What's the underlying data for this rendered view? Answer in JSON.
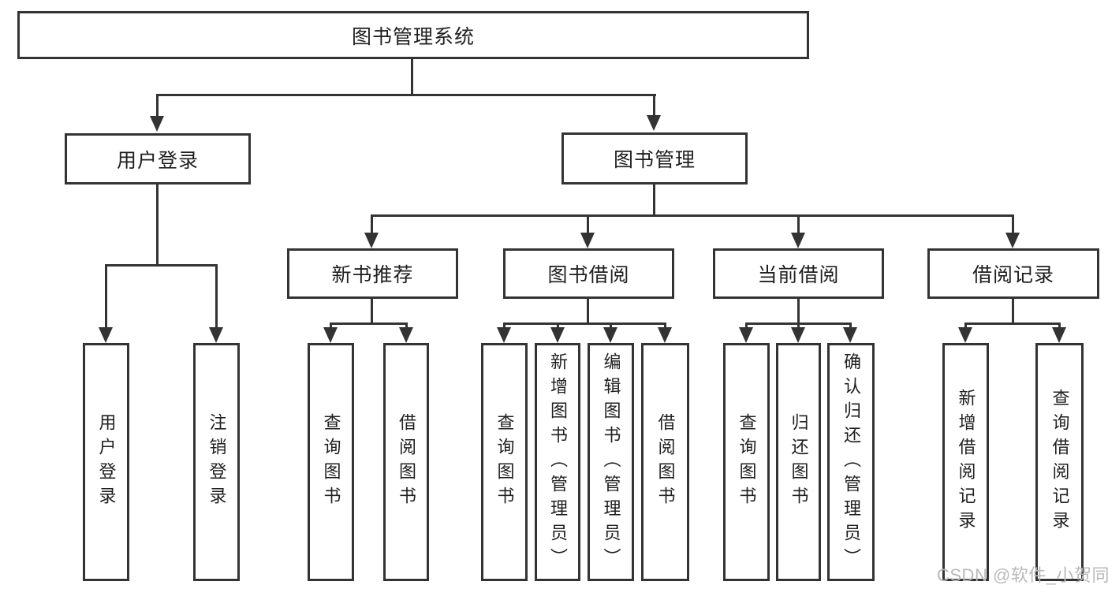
{
  "diagram_type": "hierarchy-chart",
  "colors": {
    "line": "#333333",
    "box_border": "#333333",
    "text": "#1f1f1f",
    "background": "#ffffff",
    "watermark": "#b9b9b9"
  },
  "root": {
    "label": "图书管理系统"
  },
  "login_branch": {
    "label": "用户登录",
    "children": [
      "用户登录",
      "注销登录"
    ]
  },
  "mgmt_branch": {
    "label": "图书管理",
    "sections": [
      {
        "label": "新书推荐",
        "children": [
          "查询图书",
          "借阅图书"
        ]
      },
      {
        "label": "图书借阅",
        "children": [
          "查询图书",
          "新增图书（管理员）",
          "编辑图书（管理员）",
          "借阅图书"
        ]
      },
      {
        "label": "当前借阅",
        "children": [
          "查询图书",
          "归还图书",
          "确认归还（管理员）"
        ]
      },
      {
        "label": "借阅记录",
        "children": [
          "新增借阅记录",
          "查询借阅记录"
        ]
      }
    ]
  },
  "watermark": "CSDN @软件_小贺同学"
}
